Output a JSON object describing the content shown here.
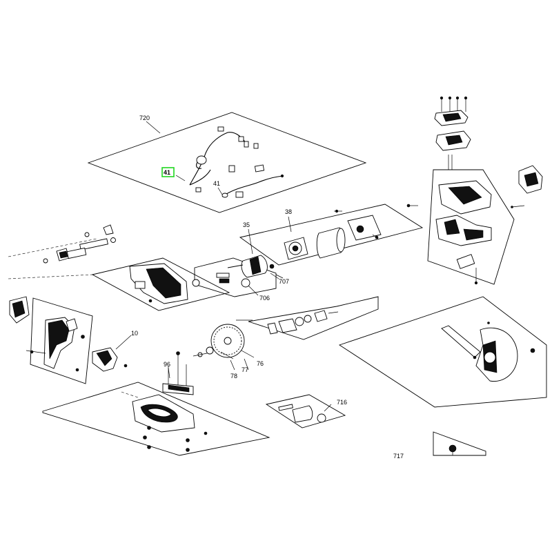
{
  "callouts": {
    "c720": "720",
    "c41_highlight": "41",
    "c41": "41",
    "c38": "38",
    "c35": "35",
    "c707": "707",
    "c706": "706",
    "c10": "10",
    "c96": "96",
    "c77": "77",
    "c78": "78",
    "c76": "76",
    "c716": "716",
    "c717": "717"
  },
  "highlight_color": "#1fd61f"
}
